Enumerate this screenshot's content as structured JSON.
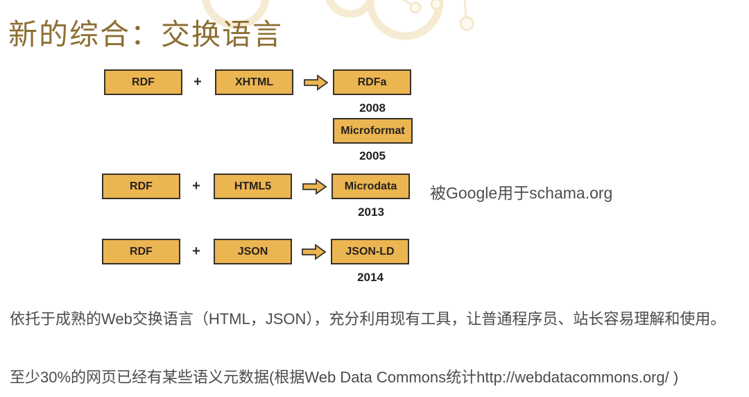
{
  "title": "新的综合：交换语言",
  "colors": {
    "title": "#8C6F34",
    "box_fill": "#EBB551",
    "box_border": "#37302A",
    "body_text": "#4B4B4B",
    "decoration": "#F7EED9"
  },
  "diagram": {
    "rows": [
      {
        "input": "RDF",
        "operator": "+",
        "second": "XHTML",
        "result": "RDFa",
        "year": "2008"
      },
      {
        "input": "RDF",
        "operator": "+",
        "second": "HTML5",
        "result": "Microdata",
        "year": "2013",
        "note": "被Google用于schama.org"
      },
      {
        "input": "RDF",
        "operator": "+",
        "second": "JSON",
        "result": "JSON-LD",
        "year": "2014"
      }
    ],
    "alternate": {
      "label": "Microformat",
      "year": "2005"
    }
  },
  "paragraphs": {
    "p1": "依托于成熟的Web交换语言（HTML，JSON），充分利用现有工具，让普通程序员、站长容易理解和使用。",
    "p2": "至少30%的网页已经有某些语义元数据(根据Web Data Commons统计http://webdatacommons.org/ )"
  }
}
